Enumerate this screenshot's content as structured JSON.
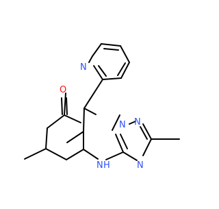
{
  "atoms": {
    "oxygen": "O",
    "pyridine_nitrogen": "N",
    "bridge_nitrogen": "N",
    "triazole_nitrogen_top": "N",
    "triazole_nitrogen_bottom": "N",
    "amine_nh": "N",
    "amine_h": "H"
  },
  "colors": {
    "oxygen": "#ff0d0d",
    "nitrogen": "#3050f8",
    "bond": "#000000",
    "background": "#ffffff"
  }
}
